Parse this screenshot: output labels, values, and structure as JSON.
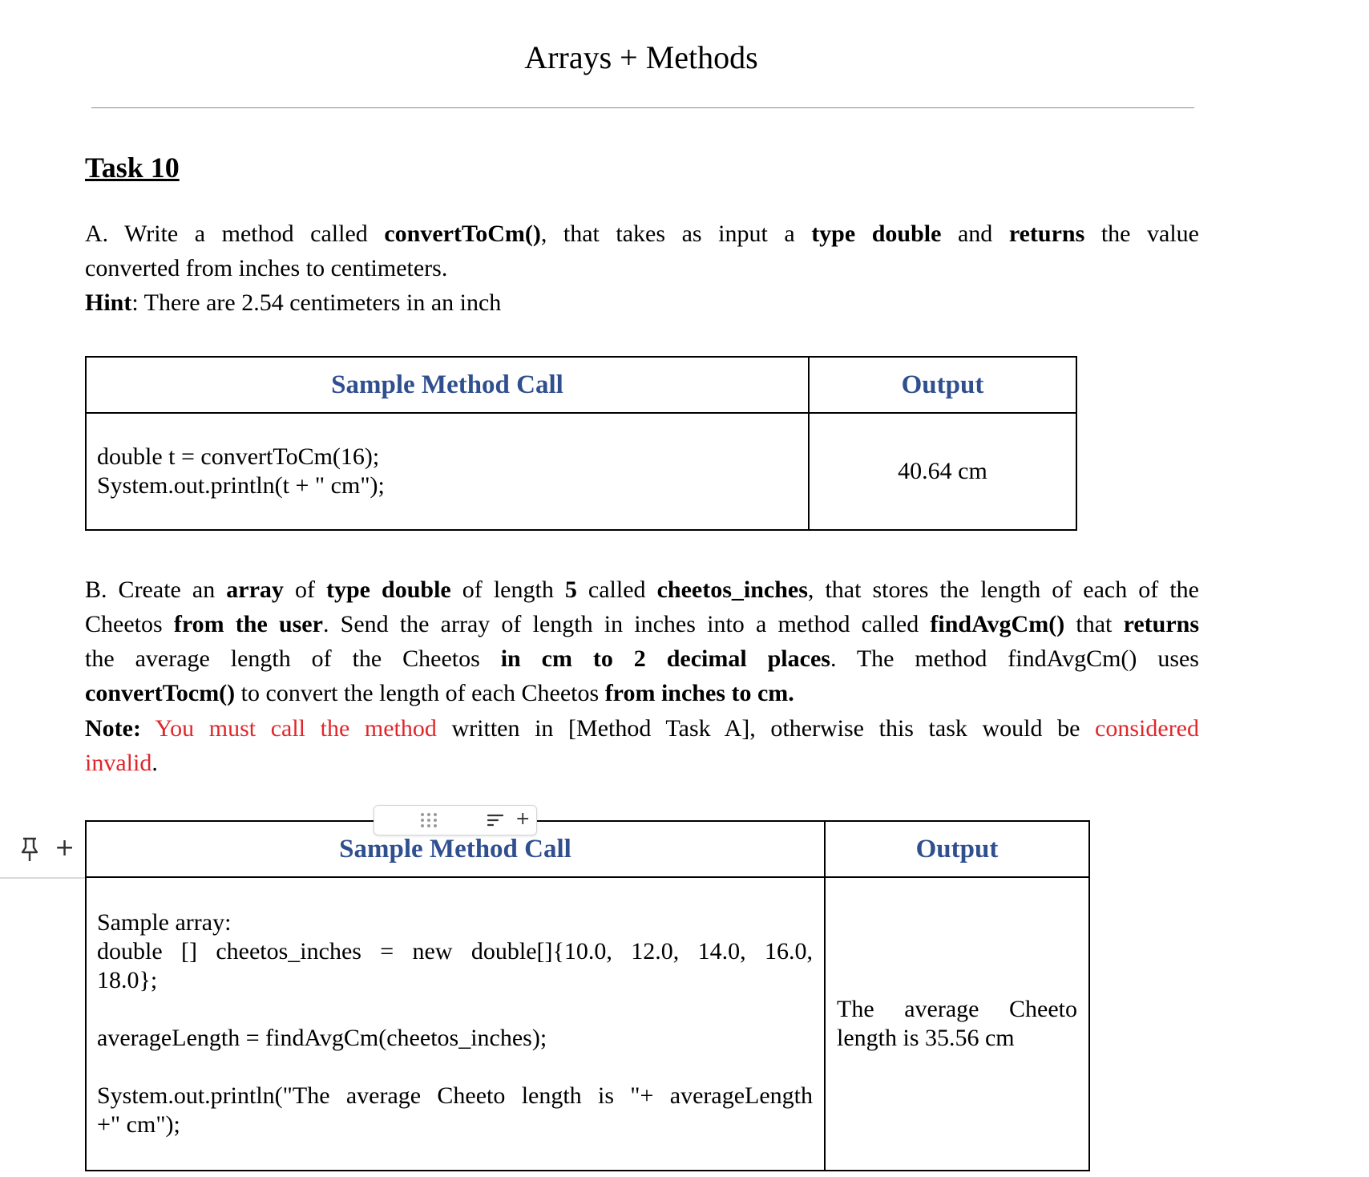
{
  "document": {
    "title": "Arrays + Methods",
    "task_heading": "Task 10"
  },
  "part_a": {
    "l1_a": "A. Write a method called ",
    "l1_b": "convertToCm()",
    "l1_c": ", that takes as input a ",
    "l1_d": "type double",
    "l1_e": " and ",
    "l1_f": "returns",
    "l1_g": " the value",
    "l2": "converted from inches to centimeters.",
    "hint_label": "Hint",
    "hint_text": ": There are 2.54 centimeters in an inch"
  },
  "table1": {
    "header_call": "Sample Method Call",
    "header_output": "Output",
    "code": [
      "double t = convertToCm(16);",
      "System.out.println(t + \" cm\");"
    ],
    "output": "40.64 cm"
  },
  "part_b": {
    "l1_a": "B. Create an ",
    "l1_b": "array",
    "l1_c": " of ",
    "l1_d": "type double",
    "l1_e": " of length ",
    "l1_f": "5",
    "l1_g": " called ",
    "l1_h": "cheetos_inches",
    "l1_i": ", that stores the length of each of the",
    "l2_a": "Cheetos ",
    "l2_b": "from the user",
    "l2_c": ". Send the array of length in inches into a method called ",
    "l2_d": "findAvgCm()",
    "l2_e": " that ",
    "l2_f": "returns",
    "l3_a": "the average length of the Cheetos ",
    "l3_b": "in cm to 2 decimal places",
    "l3_c": ". The method findAvgCm() uses",
    "l4_a": "convertTocm()",
    "l4_b": " to convert the length of each Cheetos ",
    "l4_c": "from inches to cm.",
    "note_label": "Note:",
    "note_red1": "You must call the method",
    "note_mid": " written in [Method Task A], otherwise this task would be ",
    "note_red2": "considered",
    "note_red3": "invalid",
    "note_end": "."
  },
  "table2": {
    "header_call": "Sample Method Call",
    "header_output": "Output",
    "code_1": "Sample array:",
    "code_2": "double [] cheetos_inches = new double[]{10.0, 12.0, 14.0, 16.0,",
    "code_3": "18.0};",
    "code_4": "averageLength = findAvgCm(cheetos_inches);",
    "code_5": "System.out.println(\"The average Cheeto length is \"+ averageLength",
    "code_6": "+\" cm\");",
    "output_1": "The average Cheeto",
    "output_2": "length is 35.56 cm"
  },
  "colors": {
    "header_blue": "#2f4f8f",
    "note_red": "#e0262b"
  },
  "icons": {
    "toolbar": [
      "drag-dots-icon",
      "align-icon",
      "plus-icon"
    ],
    "row": [
      "pin-icon",
      "plus-icon"
    ]
  }
}
